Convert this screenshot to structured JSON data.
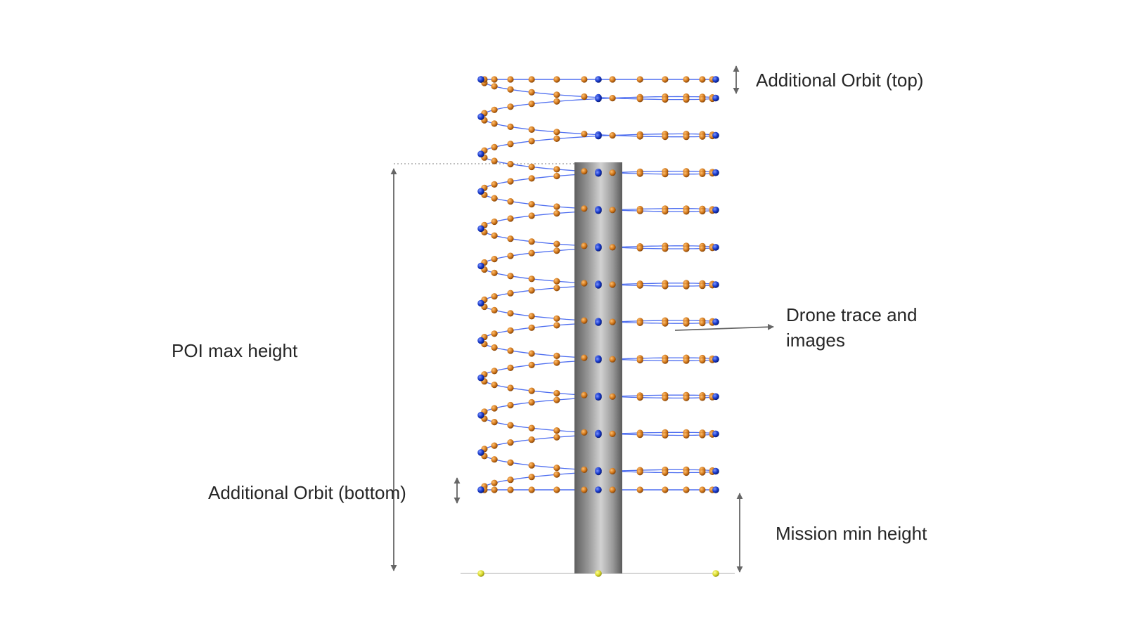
{
  "labels": {
    "additional_orbit_top": "Additional Orbit (top)",
    "drone_trace_line1": "Drone trace and",
    "drone_trace_line2": "images",
    "poi_max_height": "POI max height",
    "additional_orbit_bottom": "Additional Orbit (bottom)",
    "mission_min_height": "Mission min height"
  },
  "colors": {
    "orbit_line": "#4f6ff0",
    "waypoint": "#1436c8",
    "image_point": "#d0761a",
    "ground_point": "#e6e63a",
    "annotation": "#666666",
    "text": "#262626"
  },
  "diagram": {
    "orbit_count": 11,
    "images_per_orbit_pass": 26
  }
}
